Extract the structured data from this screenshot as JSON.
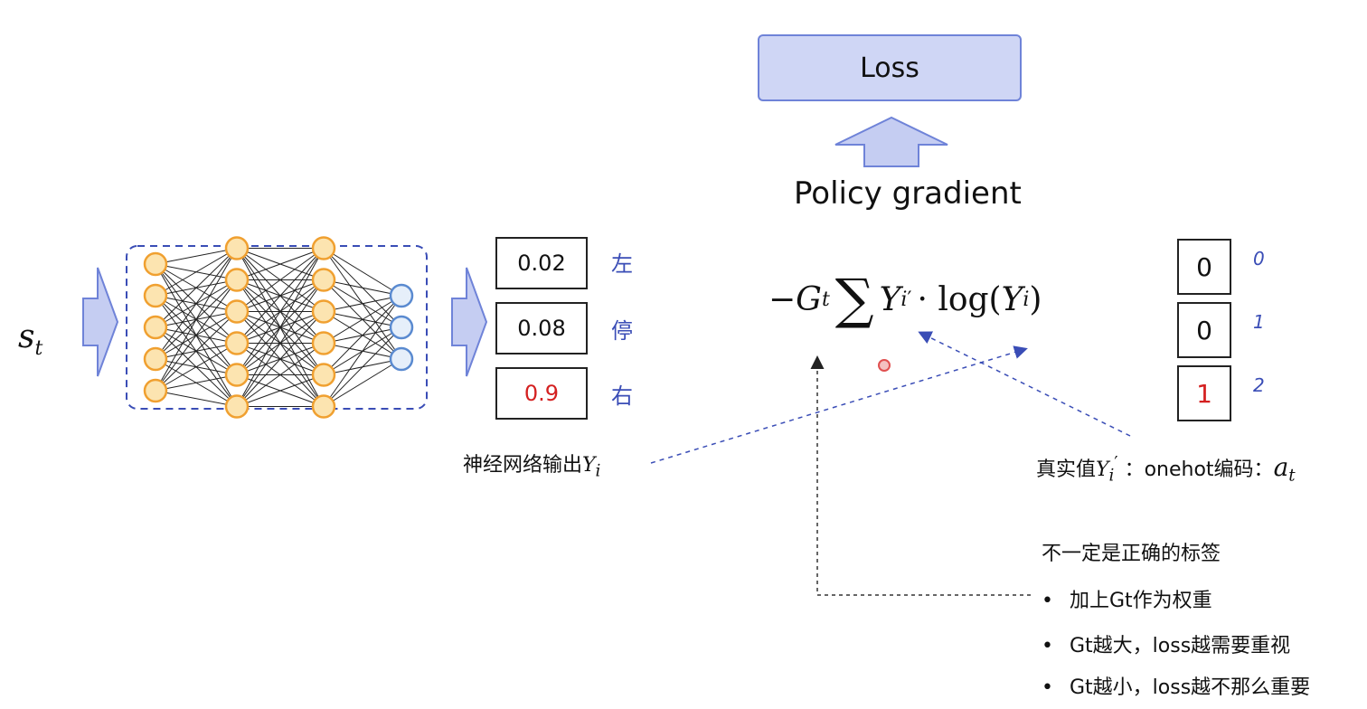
{
  "loss_box": {
    "label": "Loss"
  },
  "policy_gradient_label": "Policy gradient",
  "state": {
    "symbol": "s",
    "subscript": "t"
  },
  "network": {
    "layers": [
      {
        "nodes": 5,
        "color": "#f0a030",
        "fill": "#fce4b0"
      },
      {
        "nodes": 6,
        "color": "#f0a030",
        "fill": "#fce4b0"
      },
      {
        "nodes": 6,
        "color": "#f0a030",
        "fill": "#fce4b0"
      },
      {
        "nodes": 3,
        "color": "#5a8ad0",
        "fill": "#e6effa"
      }
    ],
    "output_label": "神经网络输出",
    "output_symbol": "Y",
    "output_subscript": "i"
  },
  "probabilities": [
    {
      "value": "0.02",
      "action": "左",
      "color": "#111111"
    },
    {
      "value": "0.08",
      "action": "停",
      "color": "#111111"
    },
    {
      "value": "0.9",
      "action": "右",
      "color": "#d42020"
    }
  ],
  "onehot": [
    {
      "value": "0",
      "index": "0",
      "color": "#111111"
    },
    {
      "value": "0",
      "index": "1",
      "color": "#111111"
    },
    {
      "value": "1",
      "index": "2",
      "color": "#d42020"
    }
  ],
  "formula": {
    "minus": "−",
    "G": "G",
    "G_sub": "t",
    "sigma": "∑",
    "Y_prime": "Y",
    "Y_prime_sub": "i",
    "Y_prime_sup": "′",
    "dot_log": "· log(",
    "Y": "Y",
    "Y_sub": "i",
    "close": ")"
  },
  "true_value": {
    "prefix": "真实值",
    "symbol": "Y",
    "sub": "i",
    "sup": "′",
    "middle": " ：onehot编码：",
    "action_symbol": "a",
    "action_sub": "t"
  },
  "notes": {
    "title": "不一定是正确的标签",
    "bullets": [
      "加上Gt作为权重",
      "Gt越大，loss越需要重视",
      "Gt越小，loss越不那么重要"
    ]
  },
  "colors": {
    "arrow_fill": "#c5cdf2",
    "arrow_stroke": "#6f83d8",
    "dashed": "#3a4db6"
  }
}
